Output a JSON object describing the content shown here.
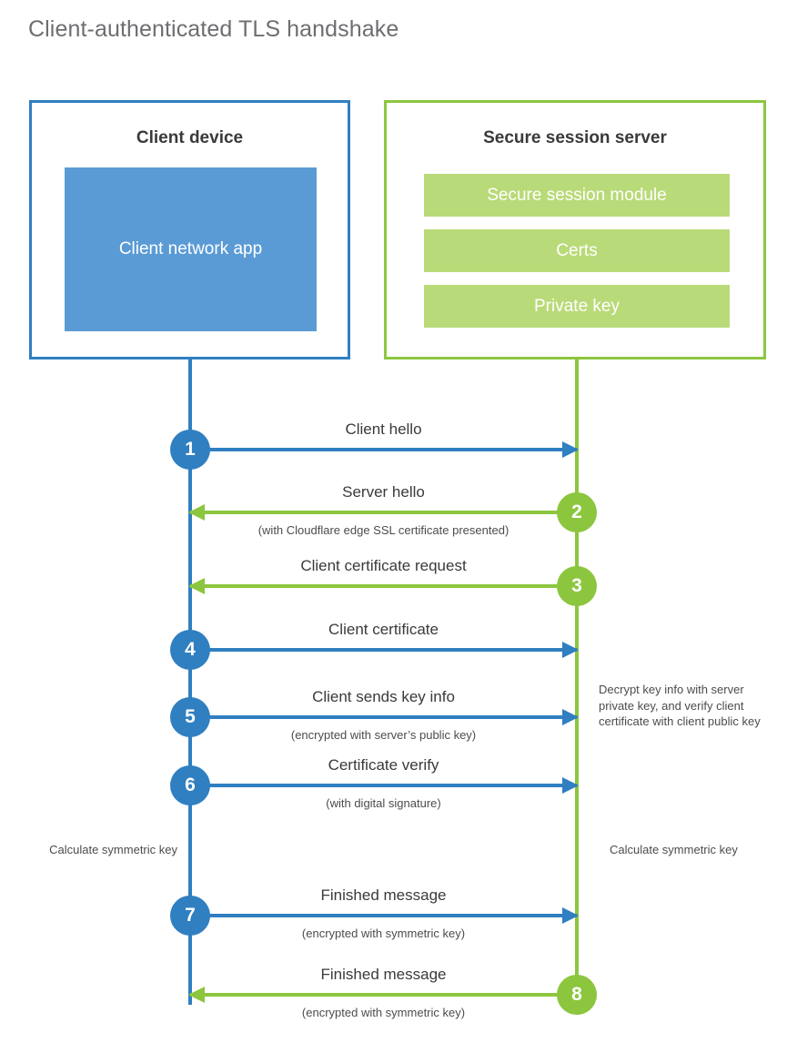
{
  "title": "Client-authenticated TLS handshake",
  "colors": {
    "client_blue": "#2f7fc1",
    "client_app_fill": "#5b9bd5",
    "server_green": "#8cc63f",
    "server_bar_fill": "#b9da78",
    "title_gray": "#6d6e71",
    "text_dark": "#3a3a3c"
  },
  "client": {
    "title": "Client device",
    "app_label": "Client network app"
  },
  "server": {
    "title": "Secure session server",
    "components": [
      "Secure session module",
      "Certs",
      "Private key"
    ]
  },
  "steps": [
    {
      "number": "1",
      "label": "Client hello",
      "sub": "",
      "direction": "to-server"
    },
    {
      "number": "2",
      "label": "Server hello",
      "sub": "(with Cloudflare edge SSL certificate presented)",
      "direction": "to-client"
    },
    {
      "number": "3",
      "label": "Client certificate request",
      "sub": "",
      "direction": "to-client"
    },
    {
      "number": "4",
      "label": "Client certificate",
      "sub": "",
      "direction": "to-server"
    },
    {
      "number": "5",
      "label": "Client sends key info",
      "sub": "(encrypted with server’s public key)",
      "direction": "to-server"
    },
    {
      "number": "6",
      "label": "Certificate verify",
      "sub": "(with digital signature)",
      "direction": "to-server"
    },
    {
      "number": "7",
      "label": "Finished message",
      "sub": "(encrypted with symmetric key)",
      "direction": "to-server"
    },
    {
      "number": "8",
      "label": "Finished message",
      "sub": "(encrypted with symmetric key)",
      "direction": "to-client"
    }
  ],
  "notes": {
    "decrypt": "Decrypt key info with server private key, and verify client certificate with client public key",
    "calculate_symmetric_key_client": "Calculate symmetric key",
    "calculate_symmetric_key_server": "Calculate symmetric key"
  }
}
